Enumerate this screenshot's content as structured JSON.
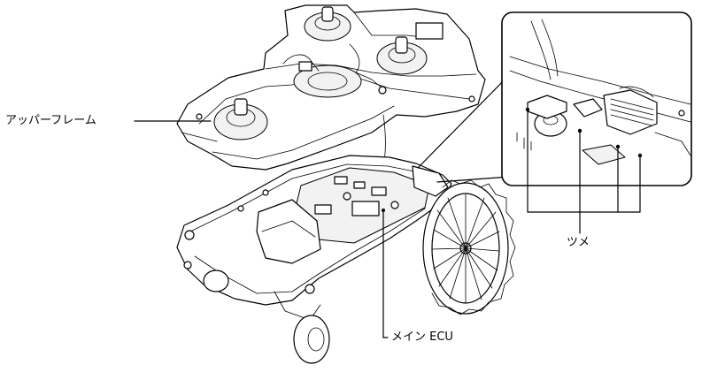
{
  "labels": {
    "upper_frame": "アッパーフレーム",
    "main_ecu": "メイン ECU",
    "claw": "ツメ"
  },
  "icons": [
    "upper-frame-illustration",
    "main-ecu-chassis-illustration",
    "wheel-illustration",
    "claw-detail-inset"
  ],
  "colors": {
    "line": "#000000",
    "background": "#ffffff"
  }
}
